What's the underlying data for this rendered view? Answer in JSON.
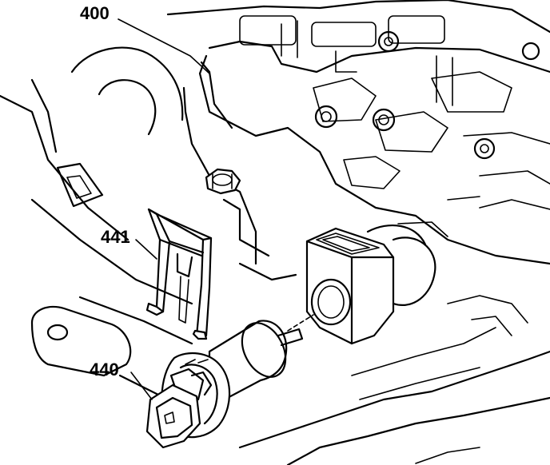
{
  "figure": {
    "callouts": [
      {
        "id": "c400",
        "label": "400"
      },
      {
        "id": "c441",
        "label": "441"
      },
      {
        "id": "c440",
        "label": "440"
      }
    ],
    "colors": {
      "ink": "#000000",
      "paper": "#ffffff"
    }
  }
}
